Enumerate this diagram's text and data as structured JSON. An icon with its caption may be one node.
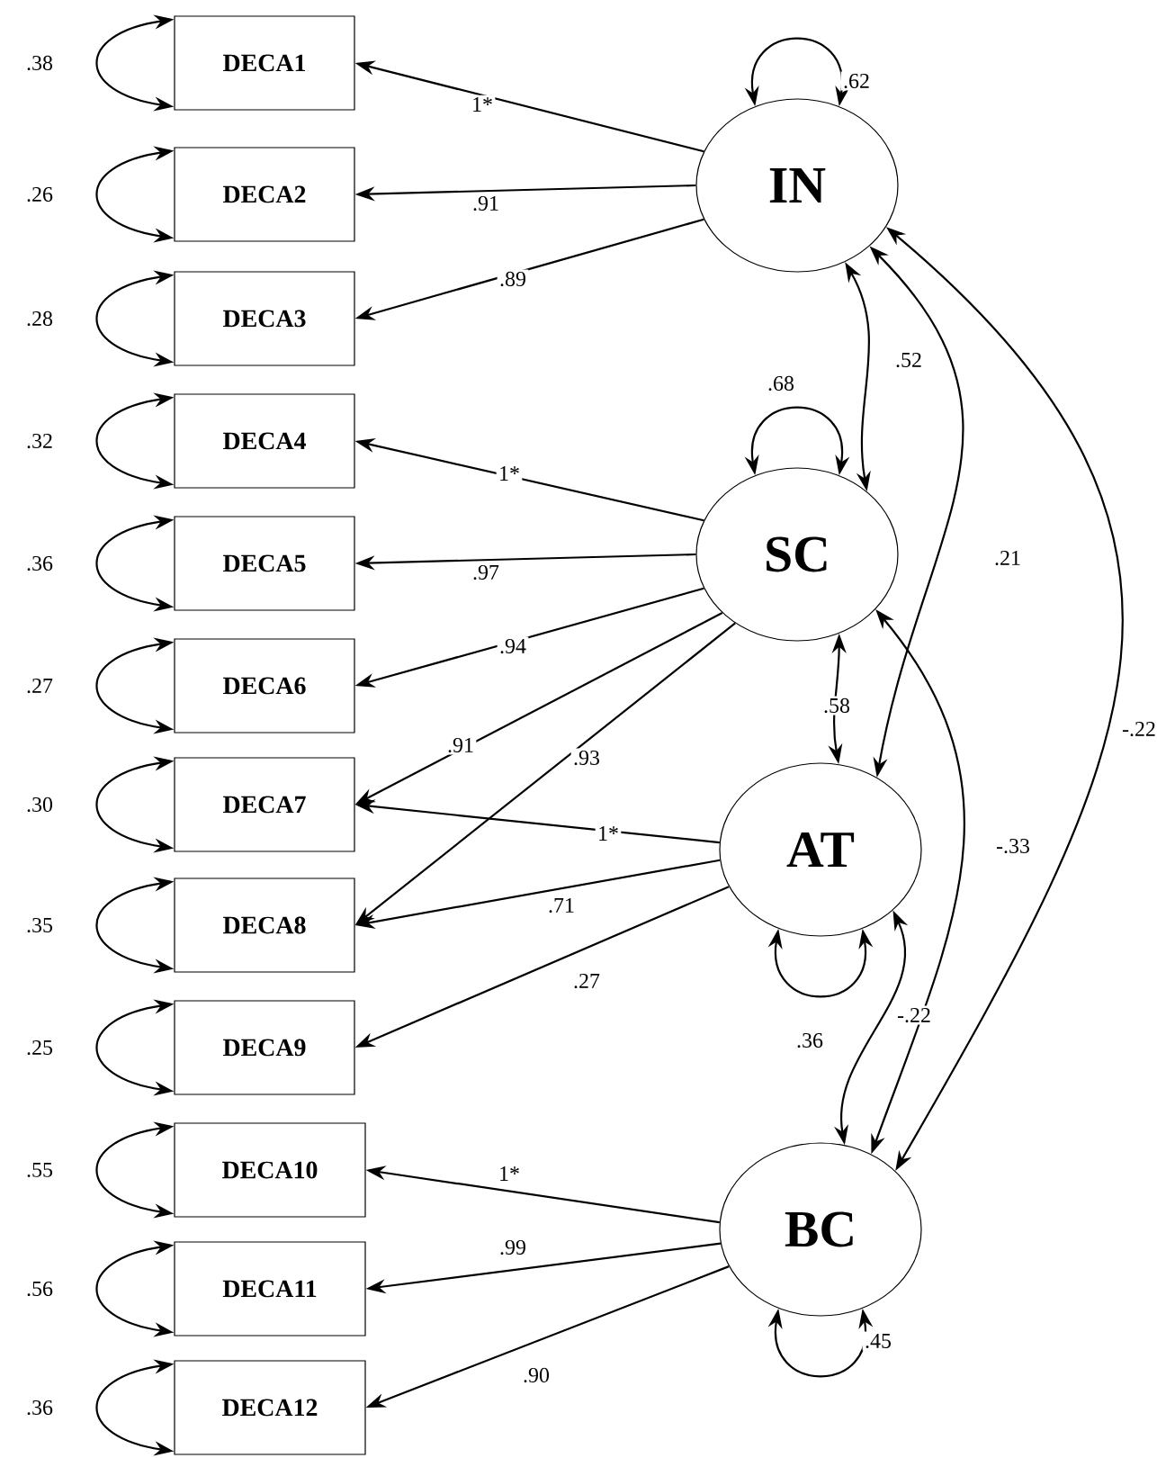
{
  "diagram": {
    "nodes": [
      {
        "text": [
          "DECA1"
        ]
      },
      {
        "text": [
          "DECA2"
        ]
      },
      {
        "text": [
          "DECA3"
        ]
      },
      {
        "text": [
          "DECA4"
        ]
      },
      {
        "text": [
          "DECA5"
        ]
      },
      {
        "text": [
          "DECA6"
        ]
      },
      {
        "text": [
          "DECA7"
        ]
      },
      {
        "text": [
          "DECA8"
        ]
      },
      {
        "text": [
          "DECA9"
        ]
      },
      {
        "text": [
          "DECA10"
        ]
      },
      {
        "text": [
          "DECA11"
        ]
      },
      {
        "text": [
          "DECA12"
        ]
      },
      {
        "text": [
          "IN"
        ]
      },
      {
        "text": [
          "SC"
        ]
      },
      {
        "text": [
          "AT"
        ]
      },
      {
        "text": [
          "BC"
        ]
      }
    ],
    "edges": [
      {
        "from": 0,
        "to": 0,
        "arrow": "both",
        "label": ".38"
      },
      {
        "from": 1,
        "to": 1,
        "arrow": "both",
        "label": ".26"
      },
      {
        "from": 2,
        "to": 2,
        "arrow": "both",
        "label": ".28"
      },
      {
        "from": 3,
        "to": 3,
        "arrow": "both",
        "label": ".32"
      },
      {
        "from": 4,
        "to": 4,
        "arrow": "both",
        "label": ".36"
      },
      {
        "from": 5,
        "to": 5,
        "arrow": "both",
        "label": ".27"
      },
      {
        "from": 6,
        "to": 6,
        "arrow": "both",
        "label": ".30"
      },
      {
        "from": 7,
        "to": 7,
        "arrow": "both",
        "label": ".35"
      },
      {
        "from": 8,
        "to": 8,
        "arrow": "both",
        "label": ".25"
      },
      {
        "from": 9,
        "to": 9,
        "arrow": "both",
        "label": ".55"
      },
      {
        "from": 10,
        "to": 10,
        "arrow": "both",
        "label": ".56"
      },
      {
        "from": 11,
        "to": 11,
        "arrow": "both",
        "label": ".36"
      },
      {
        "from": 12,
        "to": 12,
        "arrow": "both",
        "label": ".62"
      },
      {
        "from": 13,
        "to": 13,
        "arrow": "both",
        "label": ".68"
      },
      {
        "from": 14,
        "to": 14,
        "arrow": "both",
        "label": ".36"
      },
      {
        "from": 15,
        "to": 15,
        "arrow": "both",
        "label": ".45"
      },
      {
        "from": 12,
        "to": 0,
        "arrow": "to",
        "label": "1*"
      },
      {
        "from": 12,
        "to": 1,
        "arrow": "to",
        "label": ".91"
      },
      {
        "from": 12,
        "to": 2,
        "arrow": "to",
        "label": ".89"
      },
      {
        "from": 13,
        "to": 3,
        "arrow": "to",
        "label": "1*"
      },
      {
        "from": 13,
        "to": 4,
        "arrow": "to",
        "label": ".97"
      },
      {
        "from": 13,
        "to": 5,
        "arrow": "to",
        "label": ".94"
      },
      {
        "from": 13,
        "to": 6,
        "arrow": "to",
        "label": ".91"
      },
      {
        "from": 13,
        "to": 7,
        "arrow": "to",
        "label": ".93"
      },
      {
        "from": 14,
        "to": 6,
        "arrow": "to",
        "label": "1*"
      },
      {
        "from": 14,
        "to": 7,
        "arrow": "to",
        "label": ".71"
      },
      {
        "from": 14,
        "to": 8,
        "arrow": "to",
        "label": ".27"
      },
      {
        "from": 15,
        "to": 9,
        "arrow": "to",
        "label": "1*"
      },
      {
        "from": 15,
        "to": 10,
        "arrow": "to",
        "label": ".99"
      },
      {
        "from": 15,
        "to": 11,
        "arrow": "to",
        "label": ".90"
      },
      {
        "from": 12,
        "to": 13,
        "arrow": "both",
        "label": ".52"
      },
      {
        "from": 12,
        "to": 14,
        "arrow": "both",
        "label": ".21"
      },
      {
        "from": 12,
        "to": 15,
        "arrow": "both",
        "label": "-.22"
      },
      {
        "from": 13,
        "to": 14,
        "arrow": "both",
        "label": ".58"
      },
      {
        "from": 13,
        "to": 15,
        "arrow": "both",
        "label": "-.33"
      },
      {
        "from": 14,
        "to": 15,
        "arrow": "both",
        "label": "-.22"
      }
    ]
  }
}
